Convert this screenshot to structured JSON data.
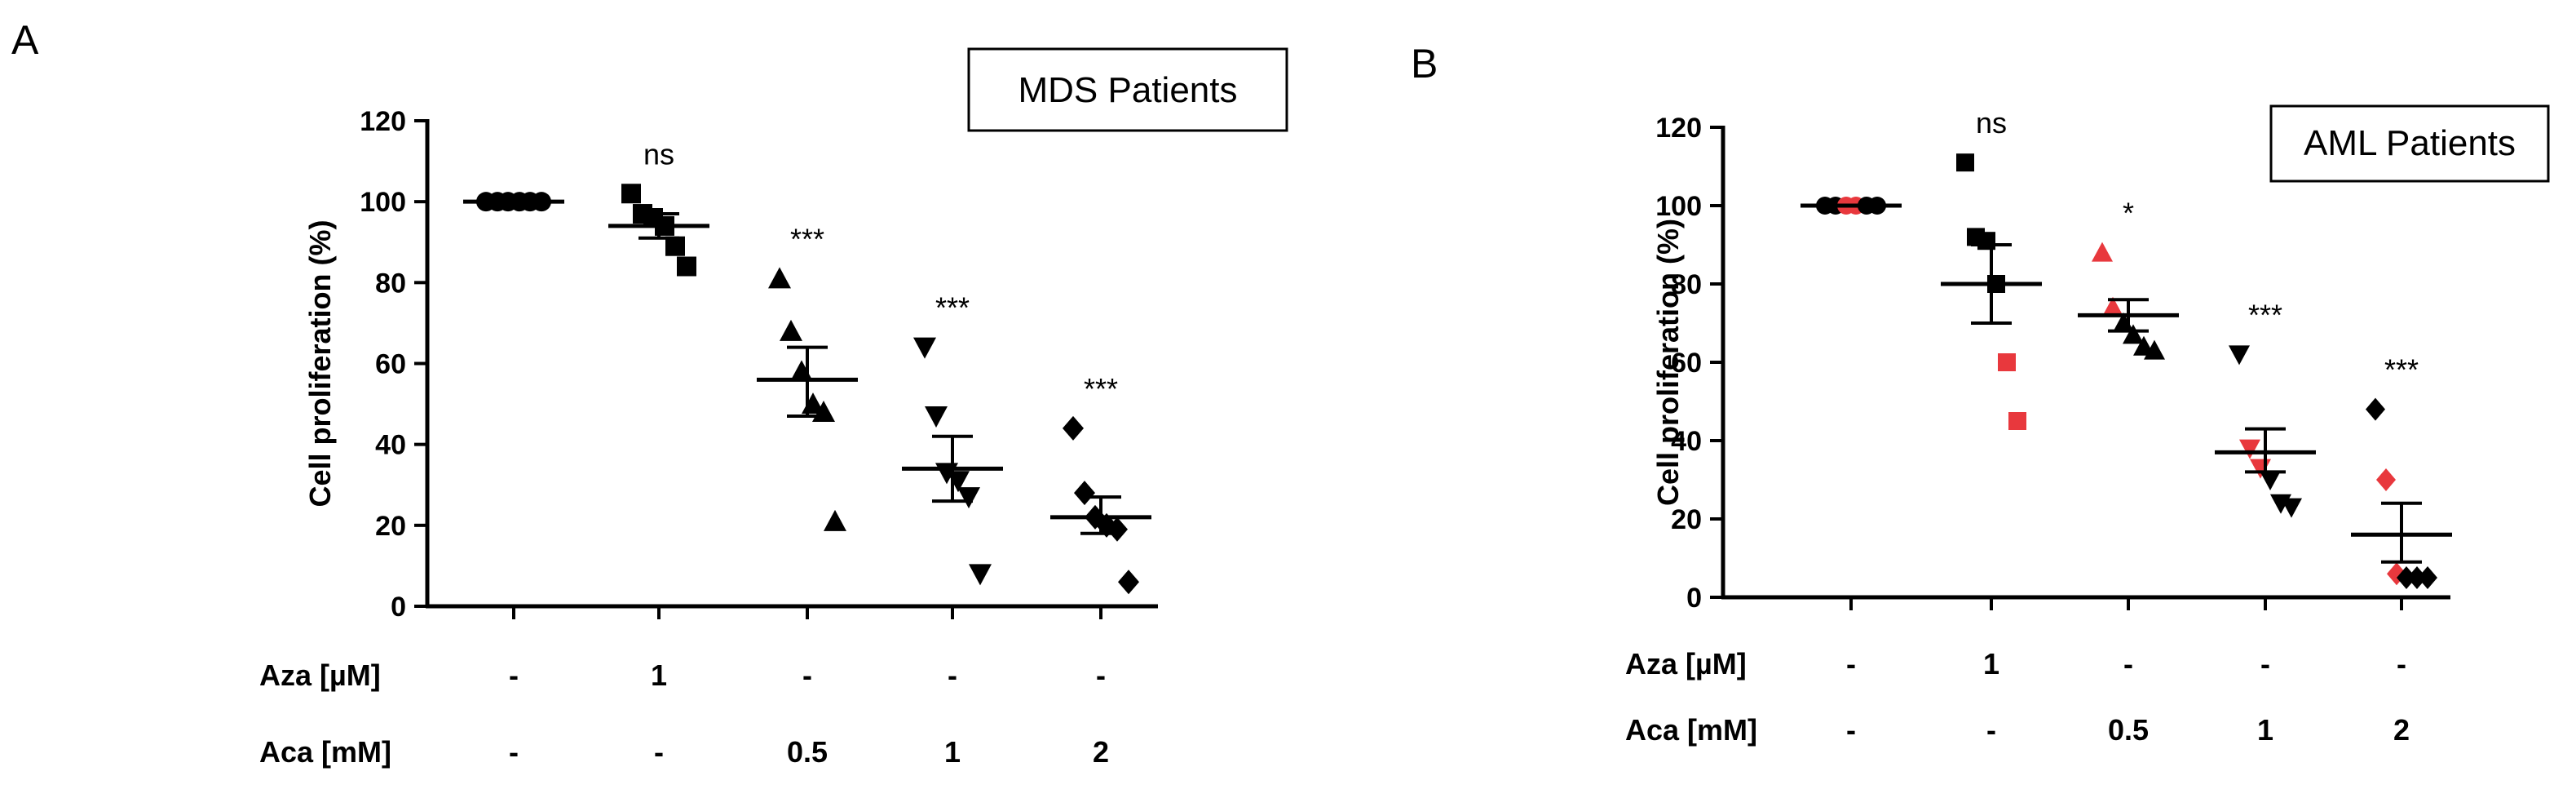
{
  "chart_data": [
    {
      "type": "scatter",
      "panel_label": "A",
      "box_title": "MDS Patients",
      "ylabel": "Cell proliferation (%)",
      "ylim": [
        0,
        120
      ],
      "yticks": [
        "0",
        "20",
        "40",
        "60",
        "80",
        "100",
        "120"
      ],
      "groups": [
        {
          "marker": "circle",
          "points": [
            {
              "y": 100,
              "color": "#000000"
            },
            {
              "y": 100,
              "color": "#000000"
            },
            {
              "y": 100,
              "color": "#000000"
            },
            {
              "y": 100,
              "color": "#000000"
            },
            {
              "y": 100,
              "color": "#000000"
            },
            {
              "y": 100,
              "color": "#000000"
            }
          ],
          "mean": 100,
          "sem": [
            100,
            100
          ],
          "sig": ""
        },
        {
          "marker": "square",
          "points": [
            {
              "y": 102,
              "color": "#000000"
            },
            {
              "y": 97,
              "color": "#000000"
            },
            {
              "y": 96,
              "color": "#000000"
            },
            {
              "y": 94,
              "color": "#000000"
            },
            {
              "y": 89,
              "color": "#000000"
            },
            {
              "y": 84,
              "color": "#000000"
            }
          ],
          "mean": 94,
          "sem": [
            91,
            97
          ],
          "sig": "ns"
        },
        {
          "marker": "triangle-up",
          "points": [
            {
              "y": 81,
              "color": "#000000"
            },
            {
              "y": 68,
              "color": "#000000"
            },
            {
              "y": 58,
              "color": "#000000"
            },
            {
              "y": 50,
              "color": "#000000"
            },
            {
              "y": 48,
              "color": "#000000"
            },
            {
              "y": 21,
              "color": "#000000"
            }
          ],
          "mean": 56,
          "sem": [
            47,
            64
          ],
          "sig": "***"
        },
        {
          "marker": "triangle-down",
          "points": [
            {
              "y": 64,
              "color": "#000000"
            },
            {
              "y": 47,
              "color": "#000000"
            },
            {
              "y": 33,
              "color": "#000000"
            },
            {
              "y": 31,
              "color": "#000000"
            },
            {
              "y": 27,
              "color": "#000000"
            },
            {
              "y": 8,
              "color": "#000000"
            }
          ],
          "mean": 34,
          "sem": [
            26,
            42
          ],
          "sig": "***"
        },
        {
          "marker": "diamond",
          "points": [
            {
              "y": 44,
              "color": "#000000"
            },
            {
              "y": 28,
              "color": "#000000"
            },
            {
              "y": 22,
              "color": "#000000"
            },
            {
              "y": 20,
              "color": "#000000"
            },
            {
              "y": 19,
              "color": "#000000"
            },
            {
              "y": 6,
              "color": "#000000"
            }
          ],
          "mean": 22,
          "sem": [
            18,
            27
          ],
          "sig": "***"
        }
      ],
      "treatments": [
        {
          "label": "Aza [µM]",
          "values": [
            "-",
            "1",
            "-",
            "-",
            "-"
          ]
        },
        {
          "label": "Aca [mM]",
          "values": [
            "-",
            "-",
            "0.5",
            "1",
            "2"
          ]
        }
      ]
    },
    {
      "type": "scatter",
      "panel_label": "B",
      "box_title": "AML Patients",
      "ylabel": "Cell proliferation (%)",
      "ylim": [
        0,
        120
      ],
      "yticks": [
        "0",
        "20",
        "40",
        "60",
        "80",
        "100",
        "120"
      ],
      "groups": [
        {
          "marker": "circle",
          "points": [
            {
              "y": 100,
              "color": "#000000"
            },
            {
              "y": 100,
              "color": "#000000"
            },
            {
              "y": 100,
              "color": "#e8383d"
            },
            {
              "y": 100,
              "color": "#e8383d"
            },
            {
              "y": 100,
              "color": "#000000"
            },
            {
              "y": 100,
              "color": "#000000"
            }
          ],
          "mean": 100,
          "sem": [
            100,
            100
          ],
          "sig": ""
        },
        {
          "marker": "square",
          "points": [
            {
              "y": 111,
              "color": "#000000"
            },
            {
              "y": 92,
              "color": "#000000"
            },
            {
              "y": 91,
              "color": "#000000"
            },
            {
              "y": 80,
              "color": "#000000"
            },
            {
              "y": 60,
              "color": "#e8383d"
            },
            {
              "y": 45,
              "color": "#e8383d"
            }
          ],
          "mean": 80,
          "sem": [
            70,
            90
          ],
          "sig": "ns"
        },
        {
          "marker": "triangle-up",
          "points": [
            {
              "y": 88,
              "color": "#e8383d"
            },
            {
              "y": 74,
              "color": "#e8383d"
            },
            {
              "y": 70,
              "color": "#000000"
            },
            {
              "y": 67,
              "color": "#000000"
            },
            {
              "y": 64,
              "color": "#000000"
            },
            {
              "y": 63,
              "color": "#000000"
            }
          ],
          "mean": 72,
          "sem": [
            68,
            76
          ],
          "sig": "*"
        },
        {
          "marker": "triangle-down",
          "points": [
            {
              "y": 62,
              "color": "#000000"
            },
            {
              "y": 38,
              "color": "#e8383d"
            },
            {
              "y": 33,
              "color": "#e8383d"
            },
            {
              "y": 30,
              "color": "#000000"
            },
            {
              "y": 24,
              "color": "#000000"
            },
            {
              "y": 23,
              "color": "#000000"
            }
          ],
          "mean": 37,
          "sem": [
            32,
            43
          ],
          "sig": "***"
        },
        {
          "marker": "diamond",
          "points": [
            {
              "y": 48,
              "color": "#000000"
            },
            {
              "y": 30,
              "color": "#e8383d"
            },
            {
              "y": 6,
              "color": "#e8383d"
            },
            {
              "y": 5,
              "color": "#000000"
            },
            {
              "y": 5,
              "color": "#000000"
            },
            {
              "y": 5,
              "color": "#000000"
            }
          ],
          "mean": 16,
          "sem": [
            9,
            24
          ],
          "sig": "***"
        }
      ],
      "treatments": [
        {
          "label": "Aza [µM]",
          "values": [
            "-",
            "1",
            "-",
            "-",
            "-"
          ]
        },
        {
          "label": "Aca [mM]",
          "values": [
            "-",
            "-",
            "0.5",
            "1",
            "2"
          ]
        }
      ]
    }
  ]
}
